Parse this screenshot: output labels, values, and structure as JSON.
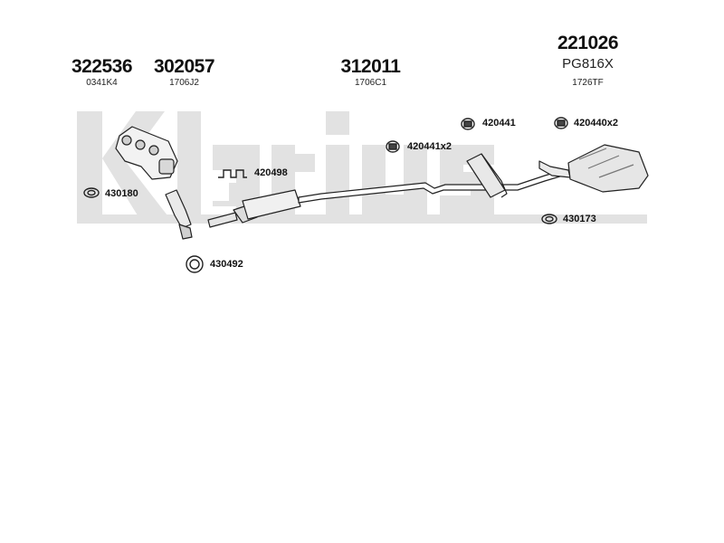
{
  "brand": {
    "watermark": "Klarius",
    "accent": "#e2e2e2"
  },
  "parts": [
    {
      "number": "322536",
      "code": "0341K4"
    },
    {
      "number": "302057",
      "code": "1706J2"
    },
    {
      "number": "312011",
      "code": "1706C1"
    },
    {
      "number": "221026",
      "code": "PG816X",
      "subcode": "1726TF"
    }
  ],
  "callouts": {
    "c420441": "420441",
    "c420440x2": "420440x2",
    "c420441x2": "420441x2",
    "c420498": "420498",
    "c430180": "430180",
    "c430173": "430173",
    "c430492": "430492"
  },
  "icons": {
    "clamp": "clamp-ring-icon",
    "rubber": "rubber-mount-icon",
    "bracket": "bracket-icon"
  }
}
